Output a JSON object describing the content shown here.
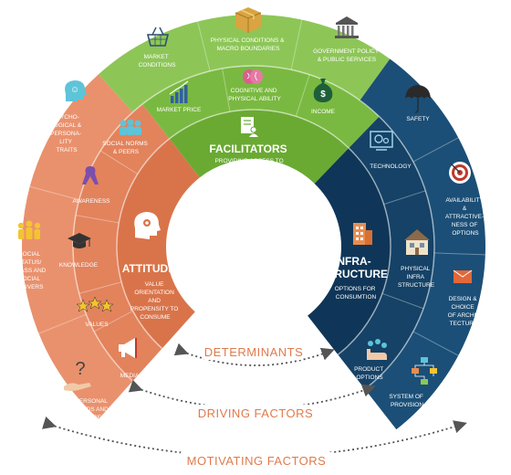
{
  "colors": {
    "attitude_outer": "#e9916d",
    "attitude_mid": "#e2835c",
    "attitude_inner": "#d9744a",
    "facilitators_outer": "#8dc657",
    "facilitators_mid": "#7ab941",
    "facilitators_inner": "#6aaa33",
    "infrastructure_outer": "#1b4f77",
    "infrastructure_mid": "#154266",
    "infrastructure_inner": "#0f3658",
    "arrow_text": "#e07a4c",
    "arrow_line": "#555555"
  },
  "attitude": {
    "title": "ATTITUDE",
    "subtitle_lines": [
      "VALUE",
      "ORIENTATION",
      "AND",
      "PROPENSITY TO",
      "CONSUME"
    ],
    "determinants": {
      "awareness": "AWARENESS",
      "knowledge": "KNOWLEDGE",
      "values": "VALUES",
      "media": "MEDIA"
    },
    "driving_factors": {
      "social_norms": [
        "SOCIAL NORMS",
        "& PEERS"
      ]
    },
    "motivating_factors": {
      "psychological": [
        "PSYCHO-",
        "LOGICAL &",
        "PERSONA-",
        "LITY",
        "TRAITS"
      ],
      "social_status": [
        "SOCIAL",
        "STATUS/",
        "CLASS AND",
        "SOCIAL",
        "DRIVERS"
      ],
      "personal_needs": [
        "PERSONAL",
        "NEEDS AND",
        "DESIRES"
      ]
    }
  },
  "facilitators": {
    "title": "FACILITATORS",
    "subtitle_lines": [
      "PROVIDING ACCESS TO",
      "WANTS AND DESIRES"
    ],
    "determinants": {
      "market_price": "MARKET PRICE",
      "cognitive": [
        "COGNITIVE AND",
        "PHYSICAL ABILITY"
      ],
      "income": "INCOME"
    },
    "motivating_factors": {
      "market_conditions": [
        "MARKET",
        "CONDITIONS"
      ],
      "physical_conditions": [
        "PHYSICAL CONDITIONS &",
        "MACRO BOUNDARIES"
      ],
      "government_policy": [
        "GOVERNMENT POLICY",
        "& PUBLIC SERVICES"
      ]
    }
  },
  "infrastructure": {
    "title_lines": [
      "INFRA-",
      "STRUCTURE"
    ],
    "subtitle_lines": [
      "OPTIONS FOR",
      "CONSUMTION"
    ],
    "determinants": {
      "technology": "TECHNOLOGY",
      "physical_infra": [
        "PHYSICAL",
        "INFRA",
        "STRUCTURE"
      ],
      "product_options": [
        "PRODUCT",
        "OPTIONS"
      ]
    },
    "motivating_factors": {
      "safety": "SAFETY",
      "availability": [
        "AVAILABILITY",
        "&",
        "ATTRACTIVE-",
        "NESS OF",
        "OPTIONS"
      ],
      "design": [
        "DESIGN &",
        "CHOICE",
        "OF ARCHI-",
        "TECTURE"
      ],
      "system_of_provision": [
        "SYSTEM OF",
        "PROVISION"
      ]
    }
  },
  "arrows": {
    "determinants": "DETERMINANTS",
    "driving_factors": "DRIVING FACTORS",
    "motivating_factors": "MOTIVATING FACTORS"
  },
  "icons": {
    "head_gear": "head-gear-icon",
    "people_group": "people-group-icon",
    "ribbon": "awareness-ribbon-icon",
    "graduation_cap": "graduation-cap-icon",
    "stars": "three-stars-icon",
    "megaphone": "megaphone-icon",
    "question": "question-mark-icon",
    "social_people": "social-people-icon",
    "basket": "shopping-basket-icon",
    "box": "cardboard-box-icon",
    "government": "government-building-icon",
    "bar_chart": "bar-chart-icon",
    "brain": "brain-icon",
    "money_bag": "money-bag-icon",
    "facilitator_doc": "document-person-icon",
    "umbrella": "umbrella-icon",
    "tech": "technology-screen-icon",
    "target": "target-icon",
    "building": "building-icon",
    "house": "house-icon",
    "design_box": "design-box-icon",
    "product": "product-hand-icon",
    "flowchart": "flowchart-icon"
  }
}
